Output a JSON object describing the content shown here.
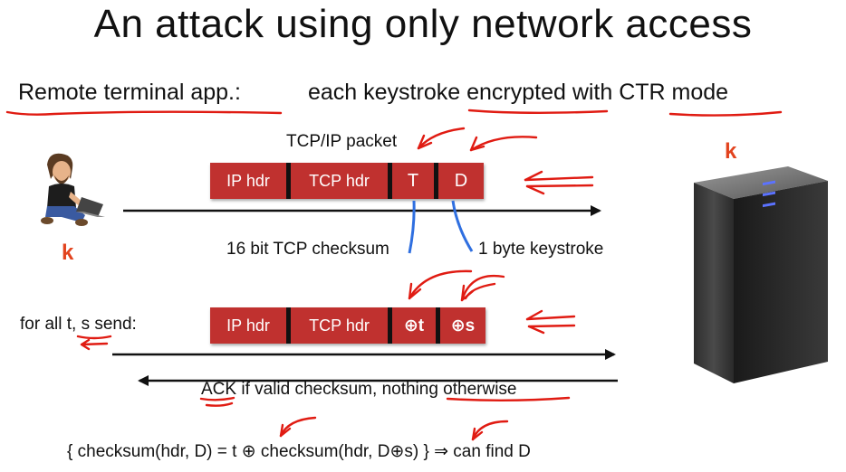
{
  "slide": {
    "title": "An attack using only network access",
    "subtitle_prefix": "Remote terminal app.:",
    "subtitle_rest": "each keystroke encrypted with CTR mode",
    "packet_label": "TCP/IP packet",
    "packet1": {
      "ip_hdr": "IP hdr",
      "tcp_hdr": "TCP hdr",
      "t_field": "T",
      "d_field": "D"
    },
    "checksum_label": "16 bit TCP checksum",
    "keystroke_label": "1 byte keystroke",
    "for_all_label": "for all t, s send:",
    "packet2": {
      "ip_hdr": "IP hdr",
      "tcp_hdr": "TCP hdr",
      "t_field": "⊕t",
      "s_field": "⊕s"
    },
    "ack_label": "ACK if valid checksum,  nothing otherwise",
    "formula": "{   checksum(hdr, D)  = t ⊕ checksum(hdr, D⊕s)     }   ⇒   can find  D",
    "key_client": "k",
    "key_server": "k"
  },
  "colors": {
    "packet_red": "#c0312f",
    "ink_red": "#e01b12",
    "ink_blue": "#2f6fe0",
    "key_orange": "#e2431e"
  }
}
